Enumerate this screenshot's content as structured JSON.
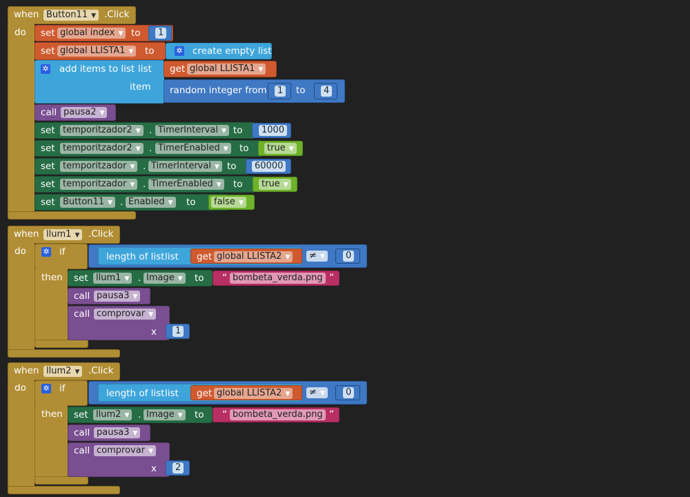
{
  "kw": {
    "when": "when",
    "do": "do",
    "click": ".Click",
    "set": "set",
    "to": "to",
    "get": "get",
    "call": "call",
    "if": "if",
    "then": "then",
    "dot": ".",
    "x": "x",
    "list": "list",
    "item": "item",
    "create_empty_list": "create empty list",
    "add_items_to_list": "add items to list",
    "random_integer_from": "random integer from",
    "length_of_list": "length of list",
    "neq": "≠"
  },
  "icons": {
    "mutator": "gear-icon",
    "dropdown": "dropdown-arrow-icon"
  },
  "colors": {
    "workspace": "#212121",
    "event": "#b18e35",
    "variable": "#cf5a2f",
    "math": "#3f78c3",
    "list": "#3ea5db",
    "component_setter": "#266d45",
    "logic": "#6eb22a",
    "procedure": "#7a4f91",
    "text": "#b82f64"
  },
  "blocks": {
    "b11": {
      "component": "Button11",
      "var_index": "global index",
      "index_val": "1",
      "var_llista": "global LLISTA1",
      "get_llista": "global LLISTA1",
      "rand_from": "1",
      "rand_to": "4",
      "proc": "pausa2",
      "rows": [
        {
          "component": "temporitzador2",
          "property": "TimerInterval",
          "value": "1000"
        },
        {
          "component": "temporitzador2",
          "property": "TimerEnabled",
          "value": "true"
        },
        {
          "component": "temporitzador",
          "property": "TimerInterval",
          "value": "60000"
        },
        {
          "component": "temporitzador",
          "property": "TimerEnabled",
          "value": "true"
        },
        {
          "component": "Button11",
          "property": "Enabled",
          "value": "false"
        }
      ]
    },
    "l1": {
      "component": "llum1",
      "get_var": "global LLISTA2",
      "op_val": "0",
      "set_component": "llum1",
      "property": "Image",
      "text": "bombeta_verda.png",
      "proc1": "pausa3",
      "proc2": "comprovar",
      "arg": "1"
    },
    "l2": {
      "component": "llum2",
      "get_var": "global LLISTA2",
      "op_val": "0",
      "set_component": "llum2",
      "property": "Image",
      "text": "bombeta_verda.png",
      "proc1": "pausa3",
      "proc2": "comprovar",
      "arg": "2"
    }
  }
}
